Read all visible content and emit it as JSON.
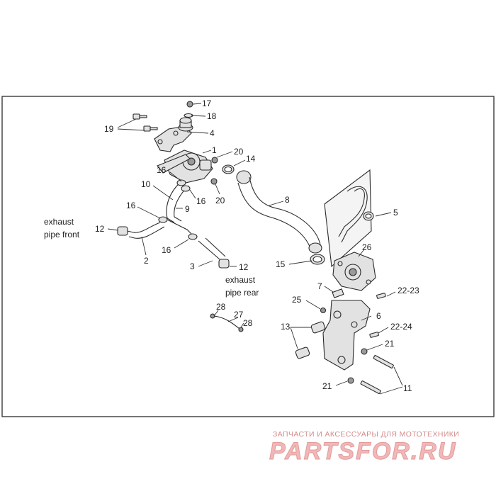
{
  "diagram": {
    "part_numbers": {
      "p17": "17",
      "p18": "18",
      "p19": "19",
      "p4": "4",
      "p1": "1",
      "p20a": "20",
      "p20b": "20",
      "p14": "14",
      "p16a": "16",
      "p16b": "16",
      "p16c": "16",
      "p16d": "16",
      "p10": "10",
      "p9": "9",
      "p12a": "12",
      "p12b": "12",
      "p2": "2",
      "p3": "3",
      "p8": "8",
      "p5": "5",
      "p26": "26",
      "p15": "15",
      "p7": "7",
      "p25": "25",
      "p6": "6",
      "p22_23": "22-23",
      "p22_24": "22-24",
      "p13": "13",
      "p21a": "21",
      "p21b": "21",
      "p11": "11",
      "p28a": "28",
      "p28b": "28",
      "p27": "27"
    },
    "notes": {
      "front_line1": "exhaust",
      "front_line2": "pipe front",
      "rear_line1": "exhaust",
      "rear_line2": "pipe rear"
    }
  },
  "watermark": {
    "caption": "ЗАПЧАСТИ И АКСЕССУАРЫ ДЛЯ МОТОТЕХНИКИ",
    "logo": "PARTSFOR.RU"
  }
}
